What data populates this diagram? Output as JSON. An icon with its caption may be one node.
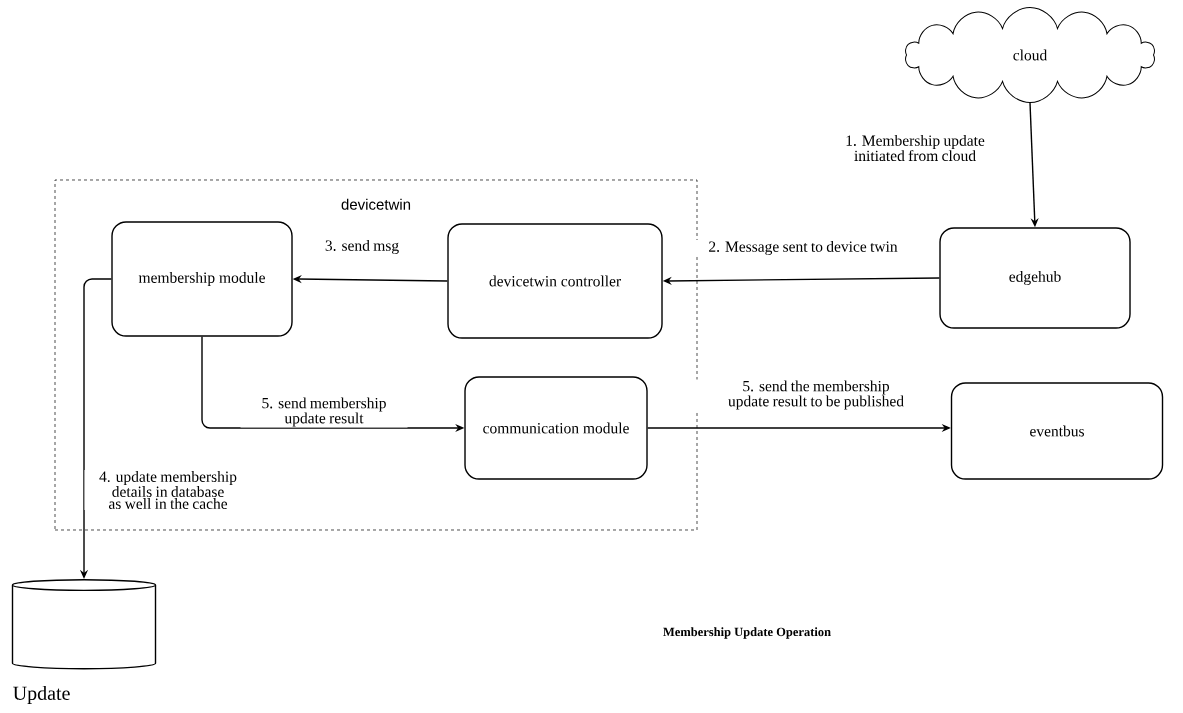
{
  "diagram": {
    "title": "Membership Update Operation",
    "nodes": [
      {
        "text": [
          "cloud"
        ]
      },
      {
        "text": [
          "devicetwin"
        ]
      },
      {
        "text": [
          "membership module"
        ],
        "in": 1
      },
      {
        "text": [
          "devicetwin controller"
        ],
        "in": 1
      },
      {
        "text": [
          "communication module"
        ],
        "in": 1
      },
      {
        "text": [
          "edgehub"
        ]
      },
      {
        "text": [
          "eventbus"
        ]
      },
      {
        "text": [],
        "shape": "cylinder"
      }
    ],
    "edges": [
      {
        "from": 0,
        "to": 5,
        "arrow": "to",
        "label": "1. Membership update initiated from cloud"
      },
      {
        "from": 5,
        "to": 3,
        "arrow": "to",
        "label": "2. Message sent to device twin"
      },
      {
        "from": 3,
        "to": 2,
        "arrow": "to",
        "label": "3. send msg"
      },
      {
        "from": 2,
        "to": 7,
        "arrow": "to",
        "label": "4. update membership details in database as well in the cache"
      },
      {
        "from": 2,
        "to": 4,
        "arrow": "to",
        "label": "5. send membership update result"
      },
      {
        "from": 4,
        "to": 6,
        "arrow": "to",
        "label": "5. send the membership update result to be published"
      }
    ],
    "labels": [
      "Update"
    ]
  }
}
